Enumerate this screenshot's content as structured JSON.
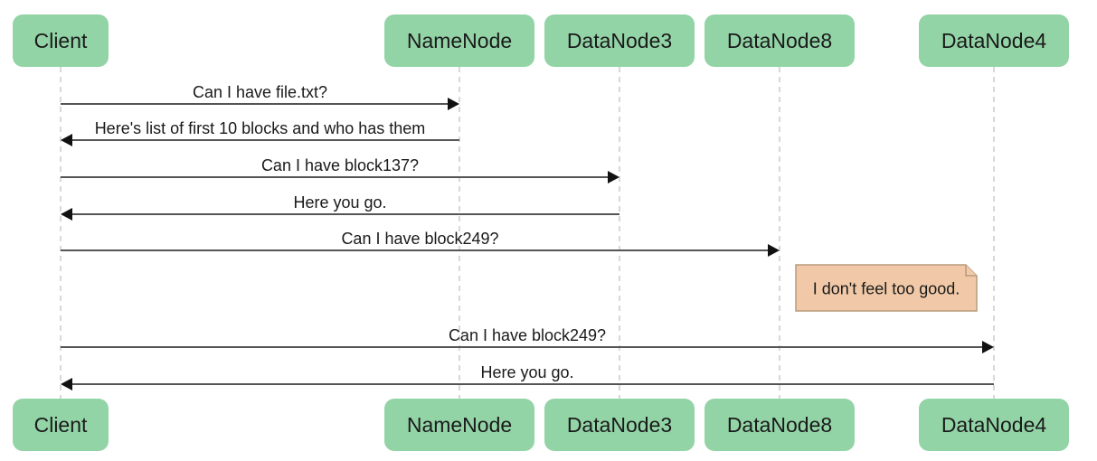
{
  "colors": {
    "actor_fill": "#93d4a7",
    "note_fill": "#f1c9a8",
    "note_border": "#b89a7c",
    "lifeline": "#cccccc",
    "message_line": "#555555",
    "arrowhead": "#111111"
  },
  "actors": [
    {
      "id": "client",
      "label": "Client"
    },
    {
      "id": "namenode",
      "label": "NameNode"
    },
    {
      "id": "datanode3",
      "label": "DataNode3"
    },
    {
      "id": "datanode8",
      "label": "DataNode8"
    },
    {
      "id": "datanode4",
      "label": "DataNode4"
    }
  ],
  "messages": [
    {
      "from": "client",
      "to": "namenode",
      "label": "Can I have file.txt?"
    },
    {
      "from": "namenode",
      "to": "client",
      "label": "Here's list of first 10 blocks and who has them"
    },
    {
      "from": "client",
      "to": "datanode3",
      "label": "Can I have block137?"
    },
    {
      "from": "datanode3",
      "to": "client",
      "label": "Here you go."
    },
    {
      "from": "client",
      "to": "datanode8",
      "label": "Can I have block249?"
    },
    {
      "from": "client",
      "to": "datanode4",
      "label": "Can I have block249?"
    },
    {
      "from": "datanode4",
      "to": "client",
      "label": "Here you go."
    }
  ],
  "notes": [
    {
      "over": "datanode8",
      "label": "I don't feel too good."
    }
  ]
}
